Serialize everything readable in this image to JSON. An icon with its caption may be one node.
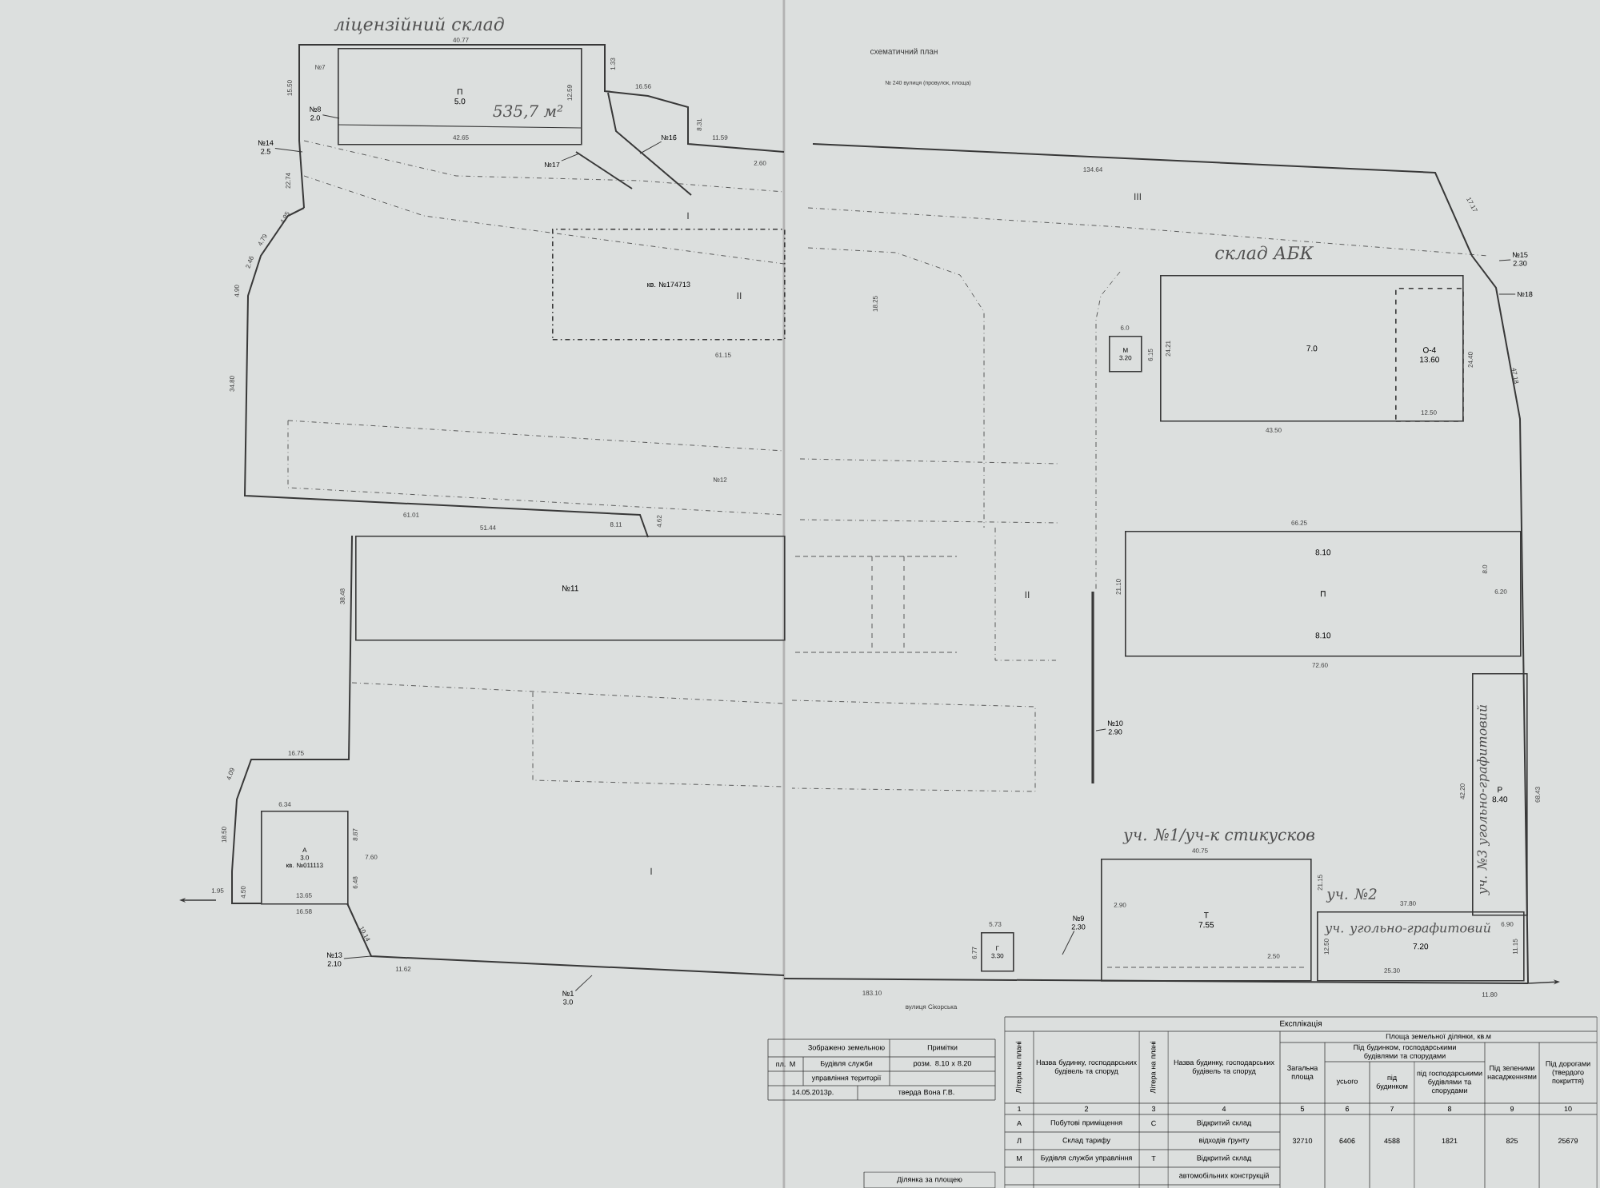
{
  "diagram": {
    "nodes": [
      {
        "text": [
          "П",
          "5.0"
        ]
      },
      {
        "text": [
          "7.0"
        ]
      },
      {
        "text": [
          "О-4",
          "13.60"
        ],
        "in": 1
      },
      {
        "text": [
          "М",
          "3.20"
        ]
      },
      {
        "text": [
          "8.10",
          "П",
          "8.10"
        ]
      },
      {
        "text": [
          "Т",
          "7.55"
        ]
      },
      {
        "text": [
          "Р",
          "8.40"
        ]
      },
      {
        "text": [
          "7.20"
        ]
      },
      {
        "text": [
          "Г",
          "3.30"
        ]
      },
      {
        "text": [
          "А",
          "3.0",
          "кв. №011113"
        ]
      },
      {
        "text": [
          "№11"
        ]
      },
      {
        "text": [
          "кв. №174713"
        ]
      },
      {
        "text": [
          "№17"
        ]
      },
      {
        "text": [
          "№16"
        ]
      },
      {
        "text": [
          "№14",
          "2.5"
        ]
      },
      {
        "text": [
          "№8",
          "2.0"
        ]
      },
      {
        "text": [
          "№13",
          "2.10"
        ]
      },
      {
        "text": [
          "№1",
          "3.0"
        ]
      },
      {
        "text": [
          "№10",
          "2.90"
        ]
      },
      {
        "text": [
          "№9",
          "2.30"
        ]
      },
      {
        "text": [
          "№15",
          "2.30"
        ]
      },
      {
        "text": [
          "№18"
        ]
      }
    ],
    "edges": [
      {
        "from": 12,
        "to": null,
        "arrow": "none"
      },
      {
        "from": 13,
        "to": null,
        "arrow": "none"
      },
      {
        "from": 14,
        "to": null,
        "arrow": "none"
      },
      {
        "from": 15,
        "to": null,
        "arrow": "none"
      },
      {
        "from": 16,
        "to": null,
        "arrow": "none"
      },
      {
        "from": 17,
        "to": null,
        "arrow": "none"
      },
      {
        "from": 18,
        "to": null,
        "arrow": "none"
      },
      {
        "from": 19,
        "to": null,
        "arrow": "none"
      },
      {
        "from": 20,
        "to": null,
        "arrow": "none"
      },
      {
        "from": 21,
        "to": null,
        "arrow": "none"
      }
    ],
    "labels": [
      "ліцензійний склад",
      "535,7 м²",
      "схематичний план",
      "№ 240 вулиця (провулок, площа)",
      "№7",
      "40.77",
      "42.65",
      "15.50",
      "12.59",
      "1.33",
      "16.56",
      "8.31",
      "11.59",
      "2.60",
      "22.74",
      "4.95",
      "4.79",
      "2.46",
      "4.90",
      "34.80",
      "61.01",
      "8.11",
      "4.62",
      "61.15",
      "№12",
      "I",
      "II",
      "18.25",
      "134.64",
      "III",
      "17.17",
      "склад АБК",
      "6.0",
      "6.15",
      "24.21",
      "24.40",
      "43.50",
      "12.50",
      "47.18",
      "66.25",
      "8.0",
      "6.20",
      "21.10",
      "72.60",
      "II",
      "51.44",
      "38.48",
      "16.75",
      "4.09",
      "18.50",
      "1.95",
      "4.50",
      "6.34",
      "8.87",
      "7.60",
      "6.48",
      "13.65",
      "16.58",
      "10.14",
      "11.62",
      "I",
      "42.20",
      "68.43",
      "уч. №1/уч-к стикусков",
      "40.75",
      "21.15",
      "уч. №2",
      "уч. №3 угольно-графитовий",
      "уч. угольно-графитовий",
      "37.80",
      "6.90",
      "12.50",
      "11.15",
      "2.90",
      "2.50",
      "5.73",
      "6.77",
      "183.10",
      "25.30",
      "11.80",
      "вулиця Сікорська",
      "Зображено земельною",
      "Примітки",
      "пл. М",
      "Будівля служби",
      "розм. 8.10 х 8.20",
      "управління території",
      "14.05.2013р.",
      "тверда Вона Г.В.",
      "Ділянка за площею",
      "Експлікація",
      "Літера на плані",
      "Назва будинку, господарських будівель та споруд",
      "Літера на плані",
      "Назва будинку, господарських будівель та споруд",
      "Площа земельної ділянки, кв.м",
      "Загальна площа",
      "Під будинком, господарськими будівлями та спорудами",
      "Під зеленими насадженнями",
      "Під дорогами (твердого покриття)",
      "усього",
      "під будинком",
      "під господарськими будівлями та спорудами",
      "1",
      "2",
      "3",
      "4",
      "5",
      "6",
      "7",
      "8",
      "9",
      "10",
      "А",
      "Побутові приміщення",
      "С",
      "Відкритий склад",
      "Л",
      "Склад тарифу",
      "відходів ґрунту",
      "32710",
      "6406",
      "4588",
      "1821",
      "825",
      "25679",
      "М",
      "Будівля служби управління",
      "Т",
      "Відкритий склад",
      "автомобільних конструкцій"
    ]
  }
}
